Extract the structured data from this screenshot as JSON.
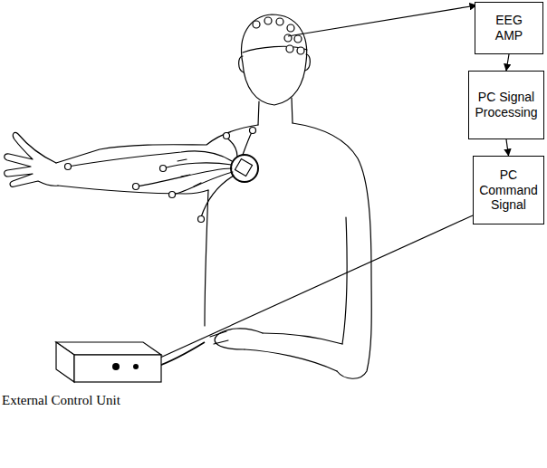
{
  "diagram": {
    "nodes": [
      {
        "text": [
          "EEG AMP"
        ]
      },
      {
        "text": [
          "PC Signal Processing"
        ]
      },
      {
        "text": [
          "PC Command Signal"
        ]
      },
      {
        "text": [
          "External Control Unit"
        ]
      }
    ],
    "edges": [
      {
        "from": 0,
        "to": 1,
        "arrow": "to"
      },
      {
        "from": 1,
        "to": 2,
        "arrow": "to"
      },
      {
        "from": 2,
        "to": 3,
        "arrow": "to"
      }
    ]
  }
}
